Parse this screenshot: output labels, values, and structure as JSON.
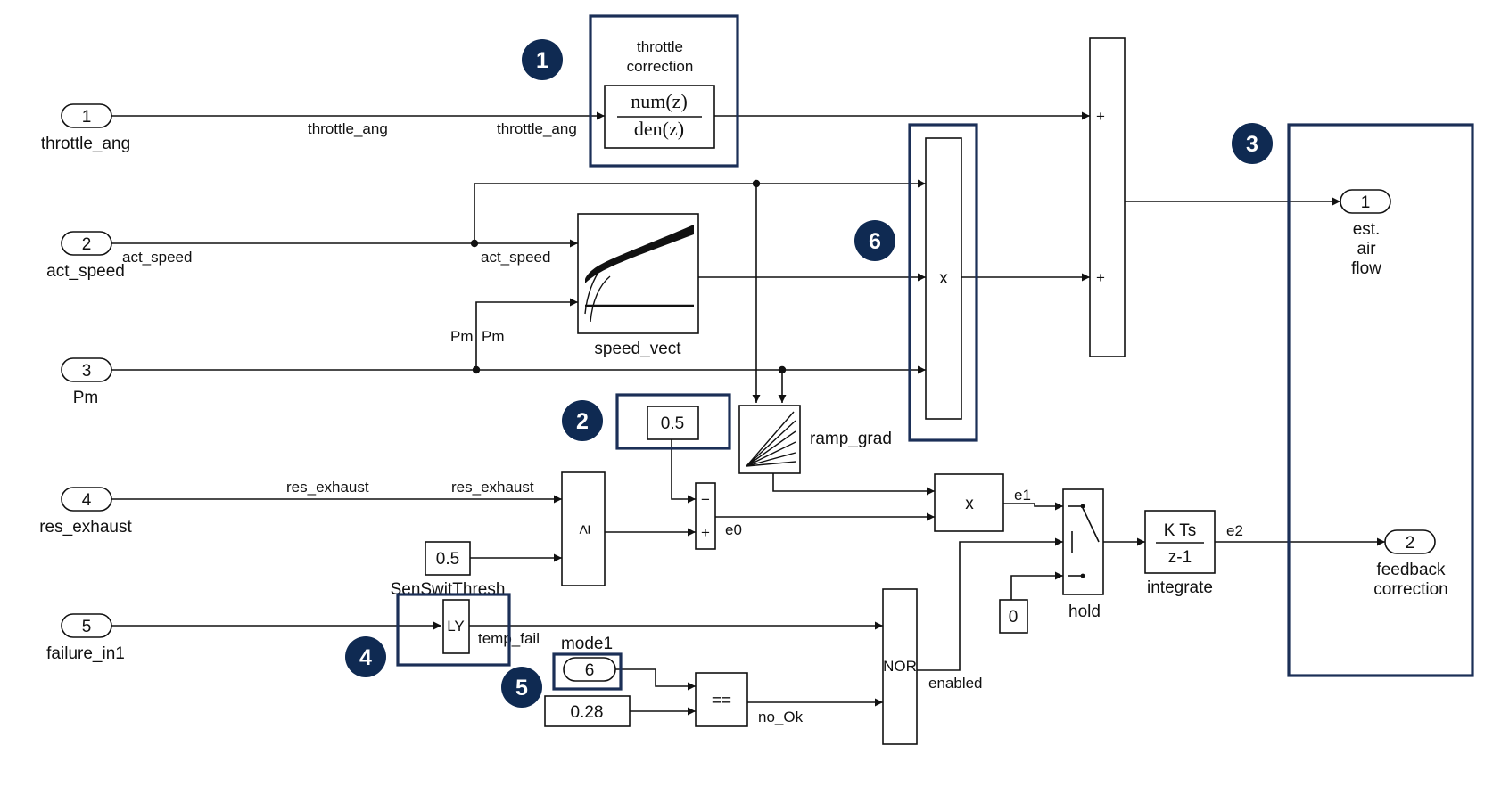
{
  "colors": {
    "highlight": "#1b2f57",
    "callout": "#0f2a52",
    "line": "#111111"
  },
  "inports": [
    {
      "num": "1",
      "label": "throttle_ang"
    },
    {
      "num": "2",
      "label": "act_speed"
    },
    {
      "num": "3",
      "label": "Pm"
    },
    {
      "num": "4",
      "label": "res_exhaust"
    },
    {
      "num": "5",
      "label": "failure_in1"
    }
  ],
  "outports": [
    {
      "num": "1",
      "label_lines": [
        "est.",
        "air",
        "flow"
      ]
    },
    {
      "num": "2",
      "label_lines": [
        "feedback",
        "correction"
      ]
    }
  ],
  "signals": {
    "throttle_ang": "throttle_ang",
    "act_speed": "act_speed",
    "pm": "Pm",
    "res_exhaust": "res_exhaust",
    "temp_fail": "temp_fail",
    "no_ok": "no_Ok",
    "enabled": "enabled",
    "e0": "e0",
    "e1": "e1",
    "e2": "e2"
  },
  "blocks": {
    "throttle_correction": {
      "title_lines": [
        "throttle",
        "correction"
      ],
      "num": "num(z)",
      "den": "den(z)"
    },
    "product_top": {
      "symbol": "x"
    },
    "product_mid": {
      "symbol": "x"
    },
    "sum_top": {
      "signs": [
        "+",
        "+"
      ]
    },
    "speed_vect": {
      "label": "speed_vect"
    },
    "ramp_grad": {
      "label": "ramp_grad"
    },
    "const_05_top": {
      "value": "0.5"
    },
    "const_05_thresh": {
      "value": "0.5",
      "label": "SenSwitThresh"
    },
    "compare_ge": {
      "symbol": "≥"
    },
    "sum_e0": {
      "signs": [
        "−",
        "+"
      ]
    },
    "nor": {
      "label": "NOR"
    },
    "equal": {
      "symbol": "=="
    },
    "mode1": {
      "value": "6",
      "label": "mode1"
    },
    "const_028": {
      "value": "0.28"
    },
    "const_0": {
      "value": "0"
    },
    "hold": {
      "label": "hold"
    },
    "integrate": {
      "num": "K Ts",
      "den": "z-1",
      "label": "integrate"
    },
    "conversion": {
      "symbol": "LY"
    }
  },
  "callouts": [
    "1",
    "2",
    "3",
    "4",
    "5",
    "6"
  ]
}
